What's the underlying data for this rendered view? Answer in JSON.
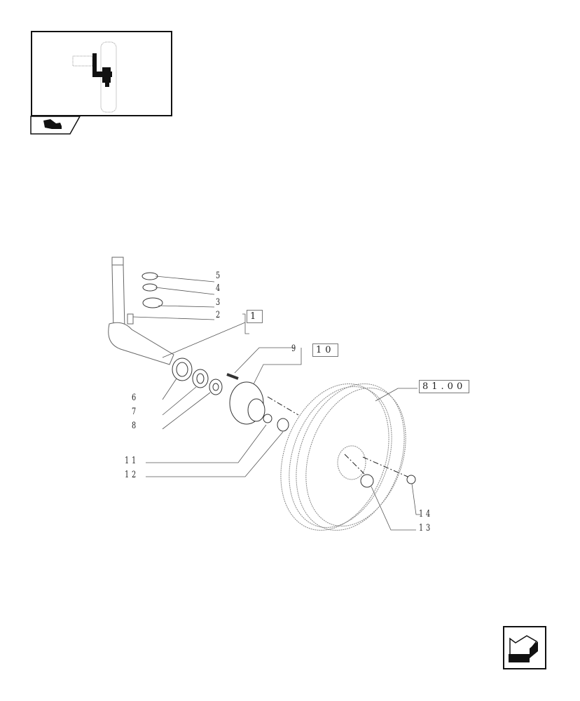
{
  "thumbnail": {
    "icon": "tractor-front-axle-locator",
    "tab_icon": "hand-pointer-icon"
  },
  "diagram": {
    "title": "Exploded view: front wheel hub, steering knuckle and rim",
    "callouts": [
      {
        "id": "5",
        "label": "5"
      },
      {
        "id": "4",
        "label": "4"
      },
      {
        "id": "3",
        "label": "3"
      },
      {
        "id": "2",
        "label": "2"
      },
      {
        "id": "6",
        "label": "6"
      },
      {
        "id": "7",
        "label": "7"
      },
      {
        "id": "8",
        "label": "8"
      },
      {
        "id": "9",
        "label": "9"
      },
      {
        "id": "11",
        "label": "11"
      },
      {
        "id": "12",
        "label": "12"
      },
      {
        "id": "13",
        "label": "13"
      },
      {
        "id": "14",
        "label": "14"
      }
    ],
    "ref_boxes": [
      {
        "id": "ref-1",
        "label": "1"
      },
      {
        "id": "ref-10",
        "label": "10"
      },
      {
        "id": "ref-81",
        "label": "81.00"
      }
    ]
  },
  "navigation": {
    "back_icon": "arrow-back-icon"
  }
}
